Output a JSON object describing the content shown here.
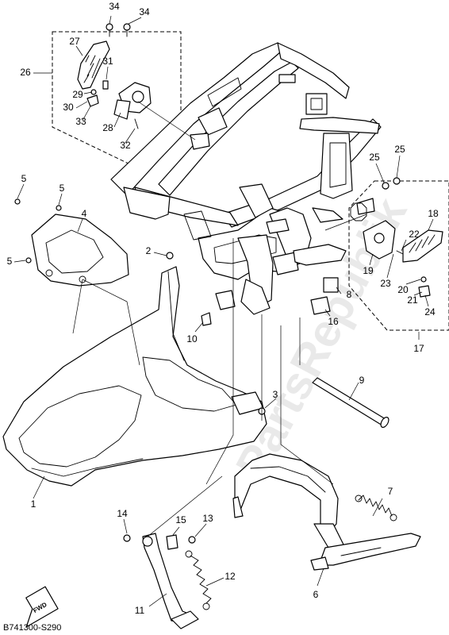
{
  "diagram_code": "B741300-S290",
  "fwd_label": "FWD",
  "watermark": "PartsRepublik",
  "callouts": [
    {
      "id": "c34a",
      "label": "34"
    },
    {
      "id": "c34b",
      "label": "34"
    },
    {
      "id": "c27",
      "label": "27"
    },
    {
      "id": "c26",
      "label": "26"
    },
    {
      "id": "c31",
      "label": "31"
    },
    {
      "id": "c29",
      "label": "29"
    },
    {
      "id": "c30",
      "label": "30"
    },
    {
      "id": "c33",
      "label": "33"
    },
    {
      "id": "c28",
      "label": "28"
    },
    {
      "id": "c32",
      "label": "32"
    },
    {
      "id": "c25a",
      "label": "25"
    },
    {
      "id": "c25b",
      "label": "25"
    },
    {
      "id": "c5a",
      "label": "5"
    },
    {
      "id": "c5b",
      "label": "5"
    },
    {
      "id": "c5c",
      "label": "5"
    },
    {
      "id": "c4",
      "label": "4"
    },
    {
      "id": "c18",
      "label": "18"
    },
    {
      "id": "c22",
      "label": "22"
    },
    {
      "id": "c2",
      "label": "2"
    },
    {
      "id": "c19",
      "label": "19"
    },
    {
      "id": "c23",
      "label": "23"
    },
    {
      "id": "c20",
      "label": "20"
    },
    {
      "id": "c21",
      "label": "21"
    },
    {
      "id": "c8",
      "label": "8"
    },
    {
      "id": "c24",
      "label": "24"
    },
    {
      "id": "c16",
      "label": "16"
    },
    {
      "id": "c10",
      "label": "10"
    },
    {
      "id": "c17",
      "label": "17"
    },
    {
      "id": "c9",
      "label": "9"
    },
    {
      "id": "c3",
      "label": "3"
    },
    {
      "id": "c1",
      "label": "1"
    },
    {
      "id": "c7",
      "label": "7"
    },
    {
      "id": "c14",
      "label": "14"
    },
    {
      "id": "c15",
      "label": "15"
    },
    {
      "id": "c13",
      "label": "13"
    },
    {
      "id": "c12",
      "label": "12"
    },
    {
      "id": "c6",
      "label": "6"
    },
    {
      "id": "c11",
      "label": "11"
    }
  ]
}
